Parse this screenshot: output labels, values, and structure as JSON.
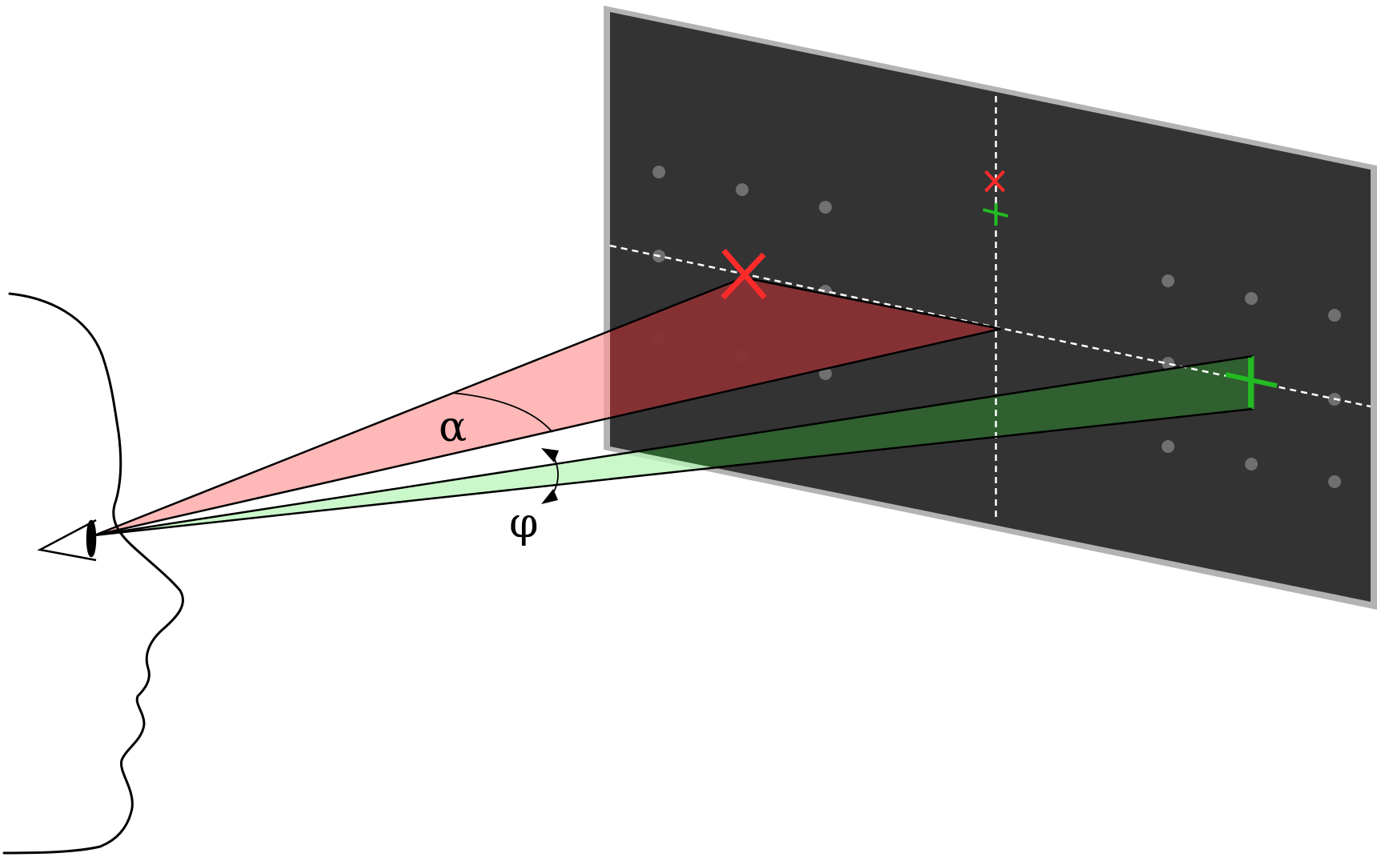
{
  "labels": {
    "alpha": "α",
    "phi": "φ"
  },
  "colors": {
    "screen_fill": "#333333",
    "screen_border": "#b3b3b3",
    "red_cone": "#ff9a9a",
    "red_cone_on_screen": "#6a2326",
    "green_cone": "#b8f5b8",
    "green_cone_on_screen": "#2a5a2a",
    "red_marker": "#ff2a2a",
    "green_marker": "#22bb22",
    "calibration_dot": "#707070",
    "dashed_axis": "#ffffff",
    "outline": "#000000"
  },
  "icons": {
    "face": "face-profile-outline",
    "eye": "eye-icon",
    "red_target": "x-mark-icon",
    "green_target": "plus-mark-icon",
    "calibration_dots": "dot-icon"
  }
}
